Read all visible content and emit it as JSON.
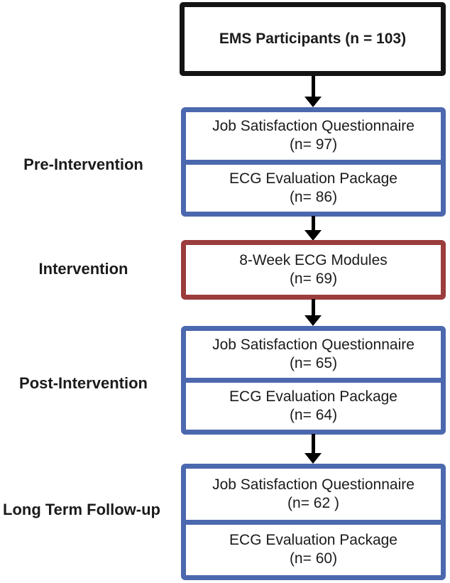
{
  "diagram": {
    "top_box": {
      "label": "EMS Participants (n = 103)"
    },
    "stages": [
      {
        "label": "Pre-Intervention",
        "boxes": [
          {
            "title": "Job Satisfaction Questionnaire",
            "n": "(n= 97)"
          },
          {
            "title": "ECG Evaluation Package",
            "n": "(n= 86)"
          }
        ]
      },
      {
        "label": "Intervention",
        "boxes": [
          {
            "title": "8-Week ECG Modules",
            "n": "(n= 69)"
          }
        ]
      },
      {
        "label": "Post-Intervention",
        "boxes": [
          {
            "title": "Job Satisfaction Questionnaire",
            "n": "(n= 65)"
          },
          {
            "title": "ECG Evaluation Package",
            "n": "(n= 64)"
          }
        ]
      },
      {
        "label": "Long Term Follow-up",
        "boxes": [
          {
            "title": "Job Satisfaction Questionnaire",
            "n": "(n= 62 )"
          },
          {
            "title": "ECG Evaluation Package",
            "n": "(n= 60)"
          }
        ]
      }
    ],
    "colors": {
      "top_border": "#141414",
      "blue_border": "#4c68ae",
      "red_border": "#9a3d3c",
      "arrow": "#000000",
      "text": "#1b1b1b"
    }
  }
}
